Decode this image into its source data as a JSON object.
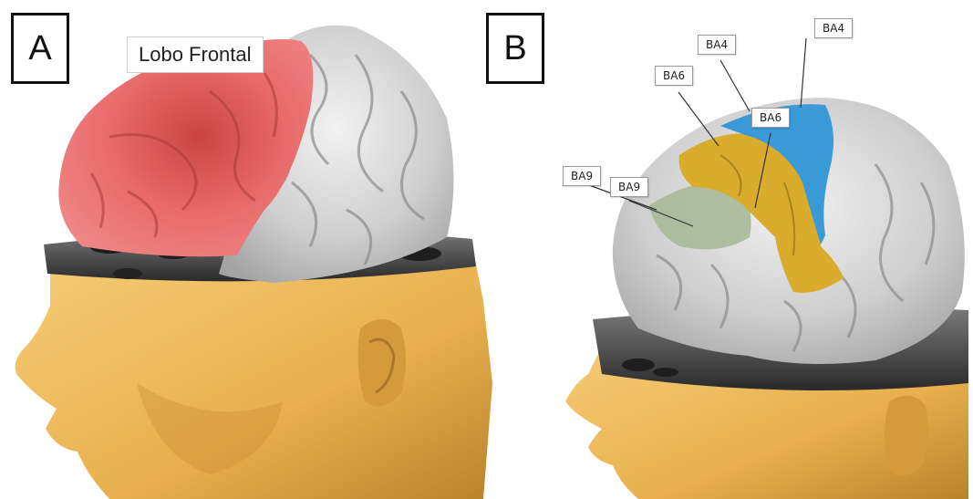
{
  "panel_a": {
    "letter": "A",
    "lobe_label": "Lobo Frontal"
  },
  "panel_b": {
    "letter": "B",
    "labels": [
      "BA4",
      "BA4",
      "BA6",
      "BA6",
      "BA9",
      "BA9"
    ]
  },
  "colors": {
    "skin": "#e8b04e",
    "frontal_lobe": "#e86a6a",
    "cortex": "#c9c9c9",
    "ba4": "#3a9ad8",
    "ba6": "#d9ac2e",
    "ba9": "#a9b998",
    "skull_cut": "#3d3d3d"
  }
}
